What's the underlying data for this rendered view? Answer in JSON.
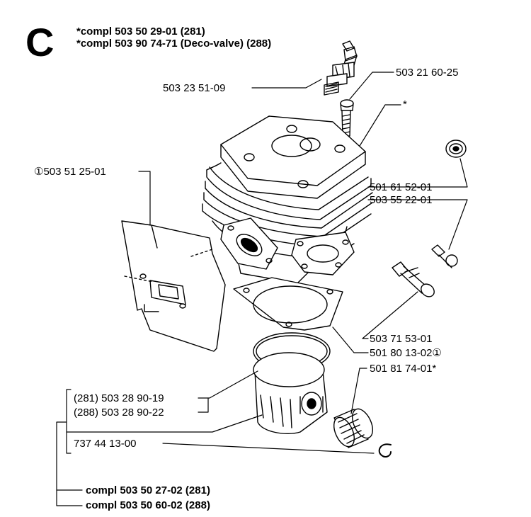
{
  "section_letter": "C",
  "header": {
    "line1": "*compl 503 50 29-01 (281)",
    "line2": "*compl 503 90 74-71 (Deco-valve) (288)"
  },
  "parts": {
    "spark_plug": "503 23 51-09",
    "screw": "503 21 60-25",
    "cylinder": "*",
    "heat_shield": "①503 51 25-01",
    "plug_cap": "501 61 52-01",
    "decomp_valve": "503 55 22-01",
    "stud": "503 71 53-01",
    "gasket": "501 80 13-02①",
    "bearing": "501 81 74-01*",
    "piston_281": "(281) 503 28 90-19",
    "piston_288": "(288) 503 28 90-22",
    "circlip": "737 44 13-00"
  },
  "footer": {
    "compl_281": "compl 503 50 27-02 (281)",
    "compl_288": "compl 503 50 60-02 (288)"
  }
}
